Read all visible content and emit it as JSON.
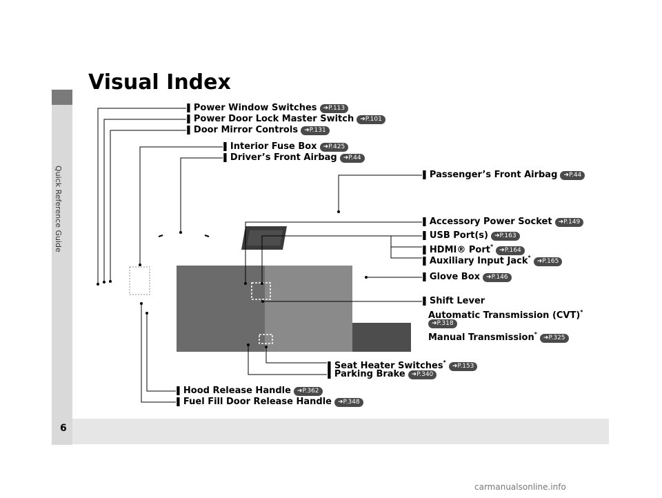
{
  "page": {
    "title": "Visual Index",
    "section": "Quick Reference Guide",
    "page_number": "6",
    "watermark": "carmanualsonline.info"
  },
  "labels": [
    {
      "text": "Power Window Switches",
      "ref": "P.113"
    },
    {
      "text": "Power Door Lock Master Switch",
      "ref": "P.101"
    },
    {
      "text": "Door Mirror Controls",
      "ref": "P.131"
    },
    {
      "text": "Interior Fuse Box",
      "ref": "P.425"
    },
    {
      "text": "Driver’s Front Airbag",
      "ref": "P.44"
    },
    {
      "text": "Passenger’s Front Airbag",
      "ref": "P.44"
    },
    {
      "text": "Accessory Power Socket",
      "ref": "P.149"
    },
    {
      "text": "USB Port(s)",
      "ref": "P.163"
    },
    {
      "text": "HDMI® Port",
      "ref": "P.164"
    },
    {
      "text": "Auxiliary Input Jack",
      "ref": "P.165"
    },
    {
      "text": "Glove Box",
      "ref": "P.146"
    },
    {
      "text": "Shift Lever",
      "ref": ""
    },
    {
      "text": "Automatic Transmission (CVT)",
      "ref": "P.318"
    },
    {
      "text": "Manual Transmission",
      "ref": "P.325"
    },
    {
      "text": "Seat Heater Switches",
      "ref": "P.153"
    },
    {
      "text": "Parking Brake",
      "ref": "P.340"
    },
    {
      "text": "Hood Release Handle",
      "ref": "P.362"
    },
    {
      "text": "Fuel Fill Door Release Handle",
      "ref": "P.348"
    }
  ],
  "glyphs": {
    "bar": "❚",
    "arrow": "➜",
    "asterisk": "*"
  },
  "colors": {
    "panel_dark": "#6b6b6b",
    "panel_mid": "#8a8a8a",
    "panel_darker": "#4d4d4d",
    "screen": "#3a3a3a"
  }
}
